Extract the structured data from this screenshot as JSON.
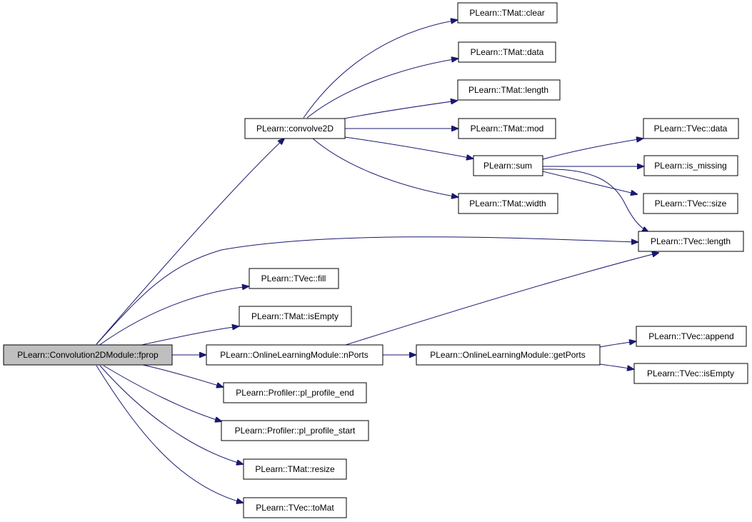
{
  "nodes": {
    "root": "PLearn::Convolution2DModule::fprop",
    "convolve2d": "PLearn::convolve2D",
    "tmat_clear": "PLearn::TMat::clear",
    "tmat_data": "PLearn::TMat::data",
    "tmat_length": "PLearn::TMat::length",
    "tmat_mod": "PLearn::TMat::mod",
    "sum": "PLearn::sum",
    "tmat_width": "PLearn::TMat::width",
    "tvec_data": "PLearn::TVec::data",
    "is_missing": "PLearn::is_missing",
    "tvec_size": "PLearn::TVec::size",
    "tvec_length": "PLearn::TVec::length",
    "tvec_fill": "PLearn::TVec::fill",
    "tmat_isempty": "PLearn::TMat::isEmpty",
    "nports": "PLearn::OnlineLearningModule::nPorts",
    "getports": "PLearn::OnlineLearningModule::getPorts",
    "tvec_append": "PLearn::TVec::append",
    "tvec_isempty": "PLearn::TVec::isEmpty",
    "profile_end": "PLearn::Profiler::pl_profile_end",
    "profile_start": "PLearn::Profiler::pl_profile_start",
    "tmat_resize": "PLearn::TMat::resize",
    "tvec_tomat": "PLearn::TVec::toMat"
  },
  "colors": {
    "edge": "#191970",
    "root_fill": "#bfbfbf",
    "node_fill": "#ffffff",
    "node_border": "#000000"
  }
}
